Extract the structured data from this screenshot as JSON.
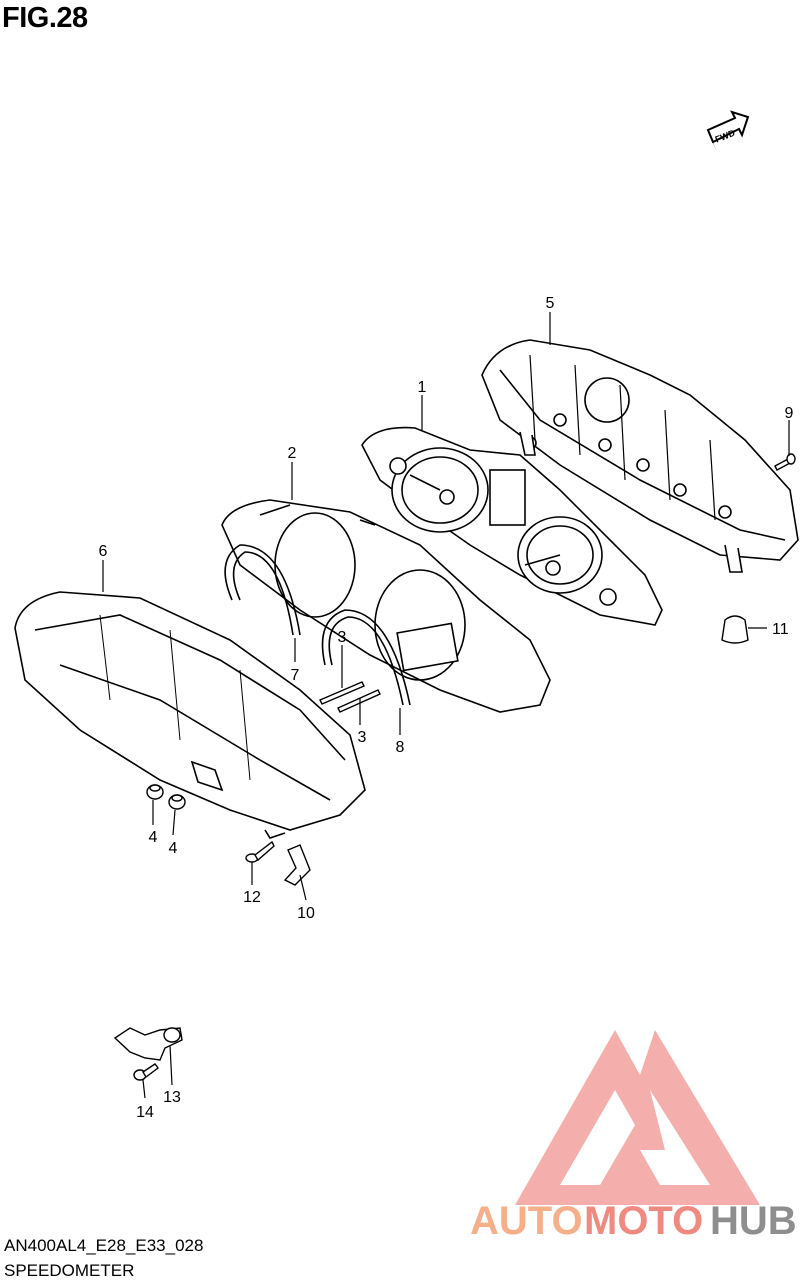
{
  "figure": {
    "title": "FIG.28",
    "model_code": "AN400AL4_E28_E33_028",
    "section_name": "SPEEDOMETER"
  },
  "fwd_arrow": {
    "label": "FWD",
    "icon": "fwd-arrow-icon"
  },
  "callouts": [
    "1",
    "2",
    "3",
    "3",
    "4",
    "4",
    "5",
    "6",
    "7",
    "8",
    "9",
    "10",
    "11",
    "12",
    "13",
    "14"
  ],
  "watermark": {
    "parts": [
      "AUTO",
      "MOTO",
      "HUB"
    ],
    "colors": {
      "auto": "#f5b08a",
      "moto": "#f08a80",
      "hub": "#8e8e8e",
      "logo": "#f07b78"
    }
  }
}
